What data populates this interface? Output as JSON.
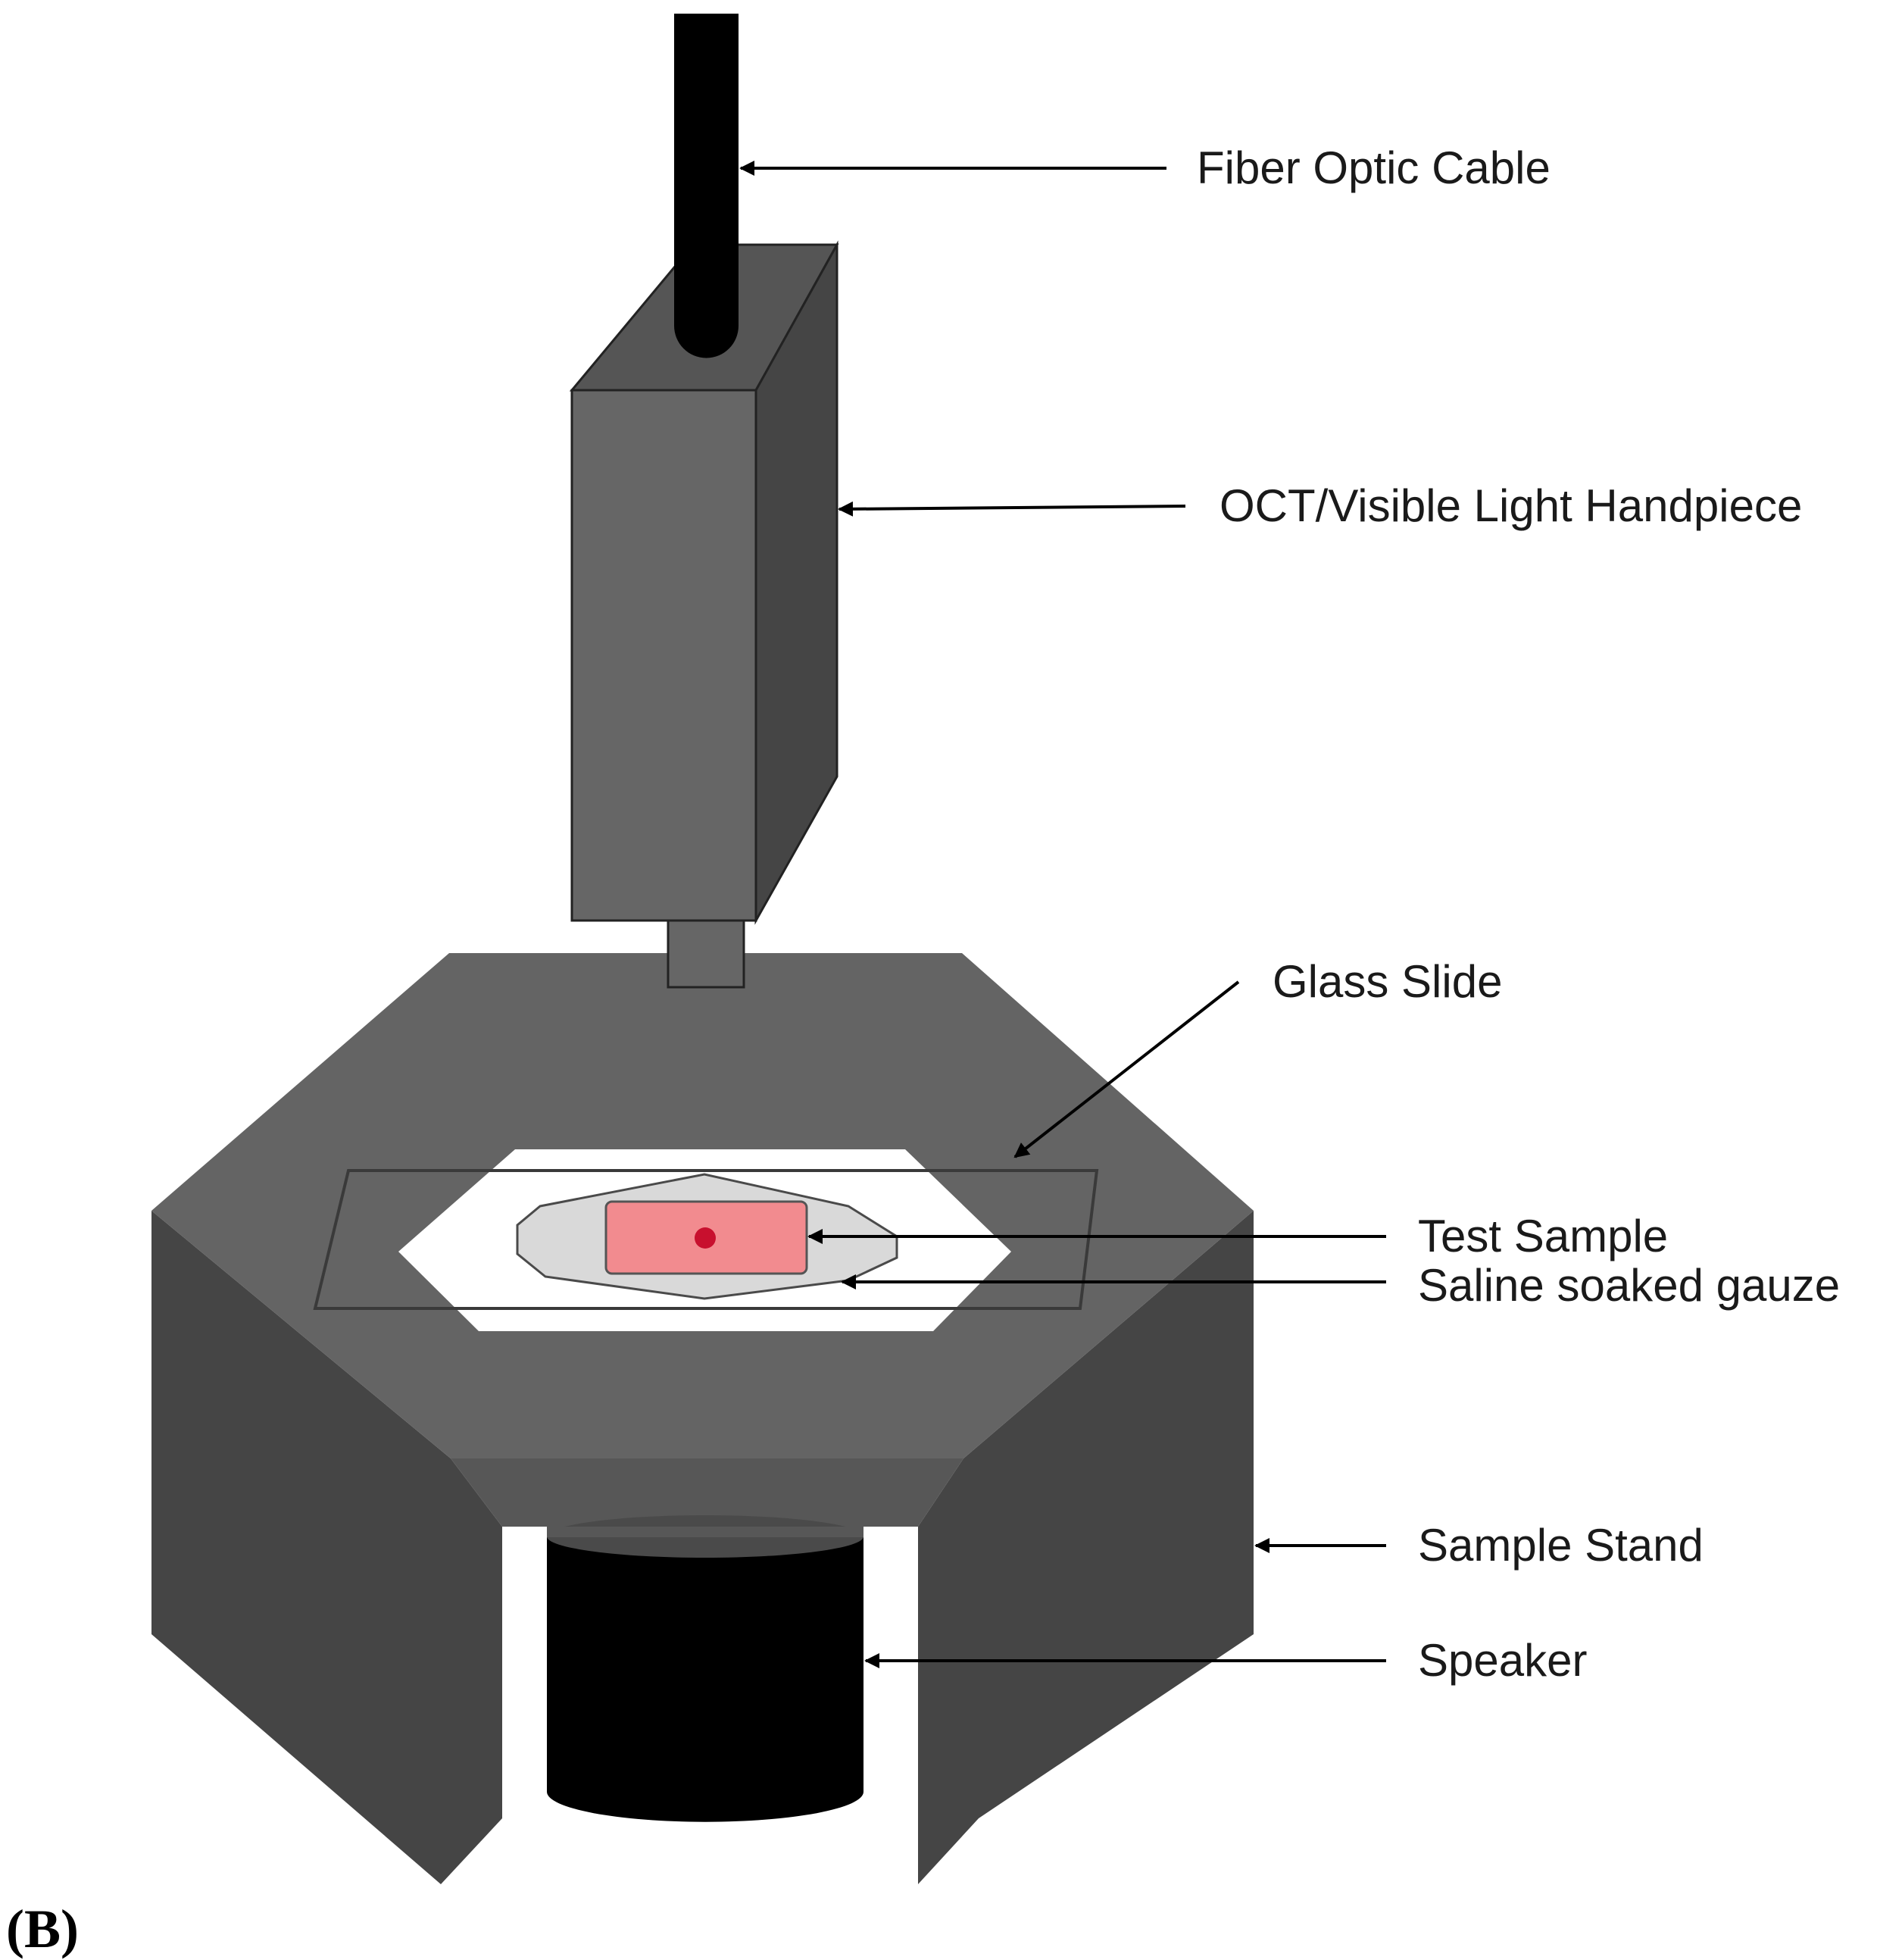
{
  "panel_label": "(B)",
  "labels": {
    "fiber_optic_cable": "Fiber Optic Cable",
    "handpiece": "OCT/Visible Light Handpiece",
    "glass_slide": "Glass Slide",
    "test_sample": "Test Sample",
    "gauze": "Saline soaked gauze",
    "sample_stand": "Sample Stand",
    "speaker": "Speaker"
  },
  "colors": {
    "stand_top": "#646464",
    "stand_side": "#454545",
    "stand_front": "#575757",
    "handpiece_front": "#666666",
    "handpiece_side": "#454545",
    "handpiece_top": "#555555",
    "cable": "#000000",
    "speaker": "#000000",
    "opening": "#ffffff",
    "gauze": "#d9d9d9",
    "sample": "#f28b8f",
    "sample_dot": "#c8102e"
  }
}
